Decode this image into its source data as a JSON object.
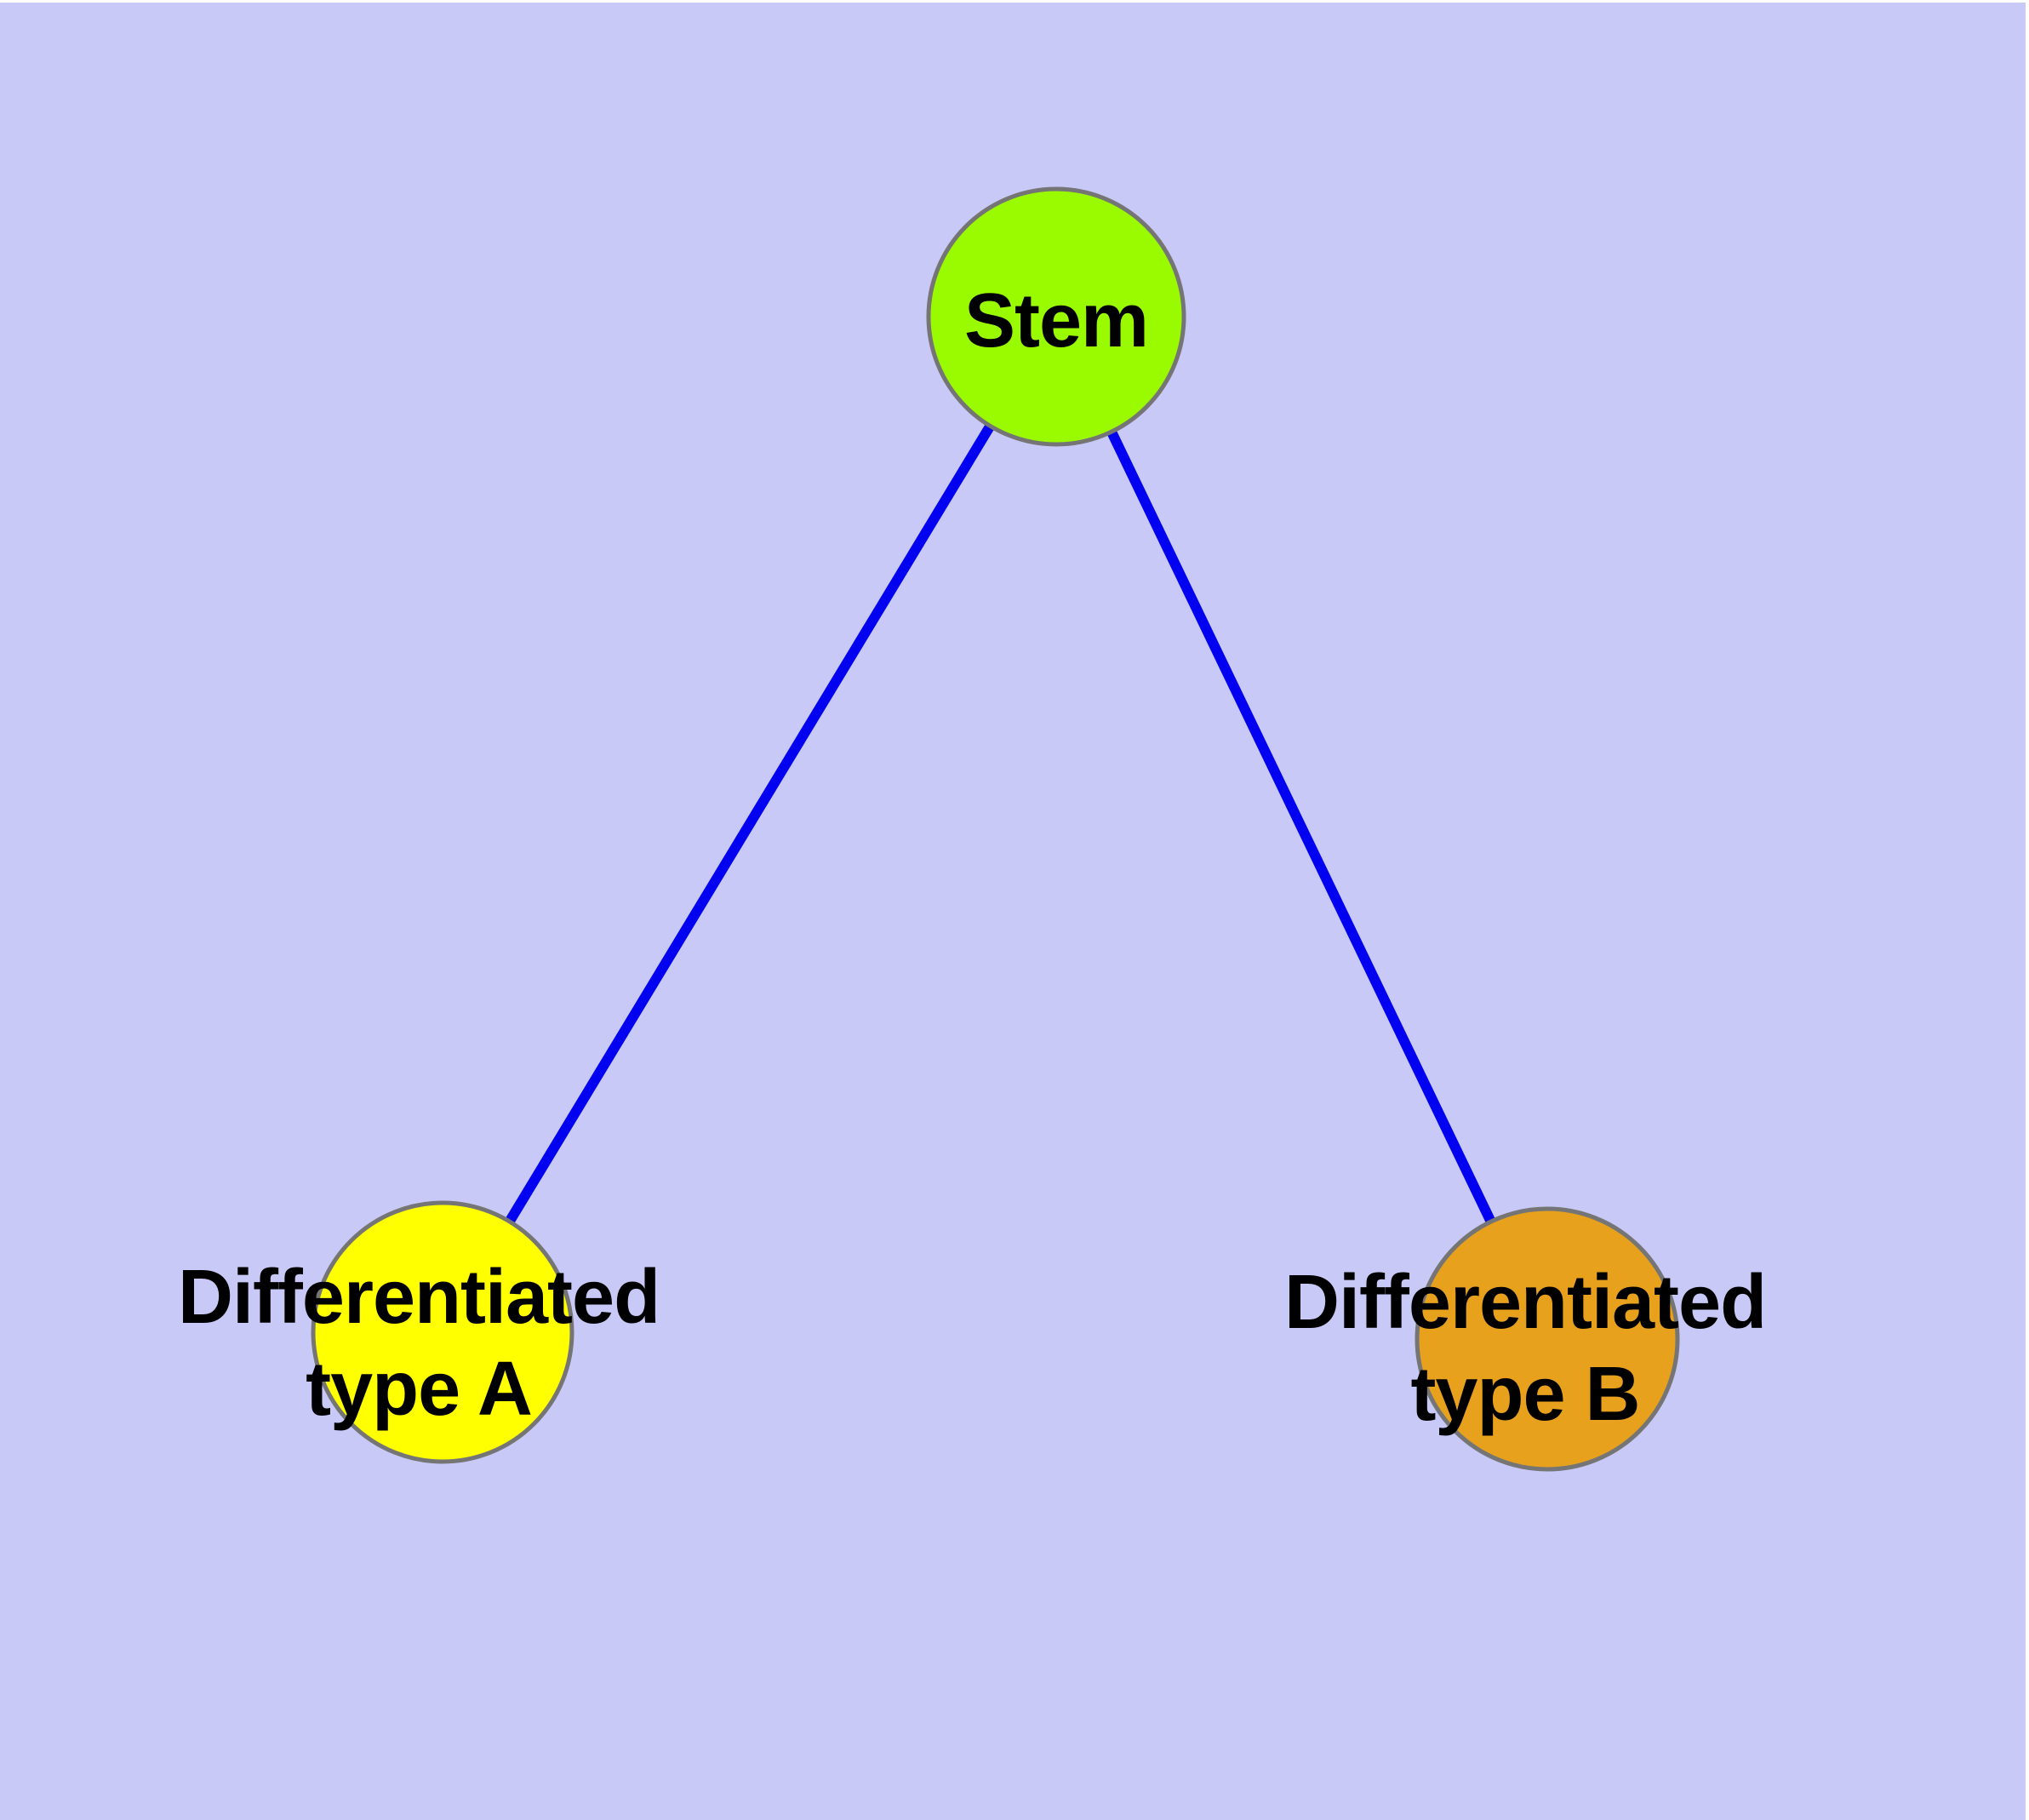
{
  "diagram": {
    "type": "node-link-graph",
    "background_color": "#c9c9f8",
    "edge_color": "#0202f0",
    "node_border_color": "#757575",
    "text_color": "#000000",
    "nodes": [
      {
        "id": "stem",
        "label": "Stem",
        "color": "#9afb01"
      },
      {
        "id": "differentiated-type-a",
        "label_line1": "Differentiated",
        "label_line2": "type A",
        "color": "#ffff00"
      },
      {
        "id": "differentiated-type-b",
        "label_line1": "Differentiated",
        "label_line2": "type B",
        "color": "#e8a11d"
      }
    ],
    "edges": [
      {
        "from": "Stem",
        "to": "Differentiated type A"
      },
      {
        "from": "Stem",
        "to": "Differentiated type B"
      }
    ]
  }
}
